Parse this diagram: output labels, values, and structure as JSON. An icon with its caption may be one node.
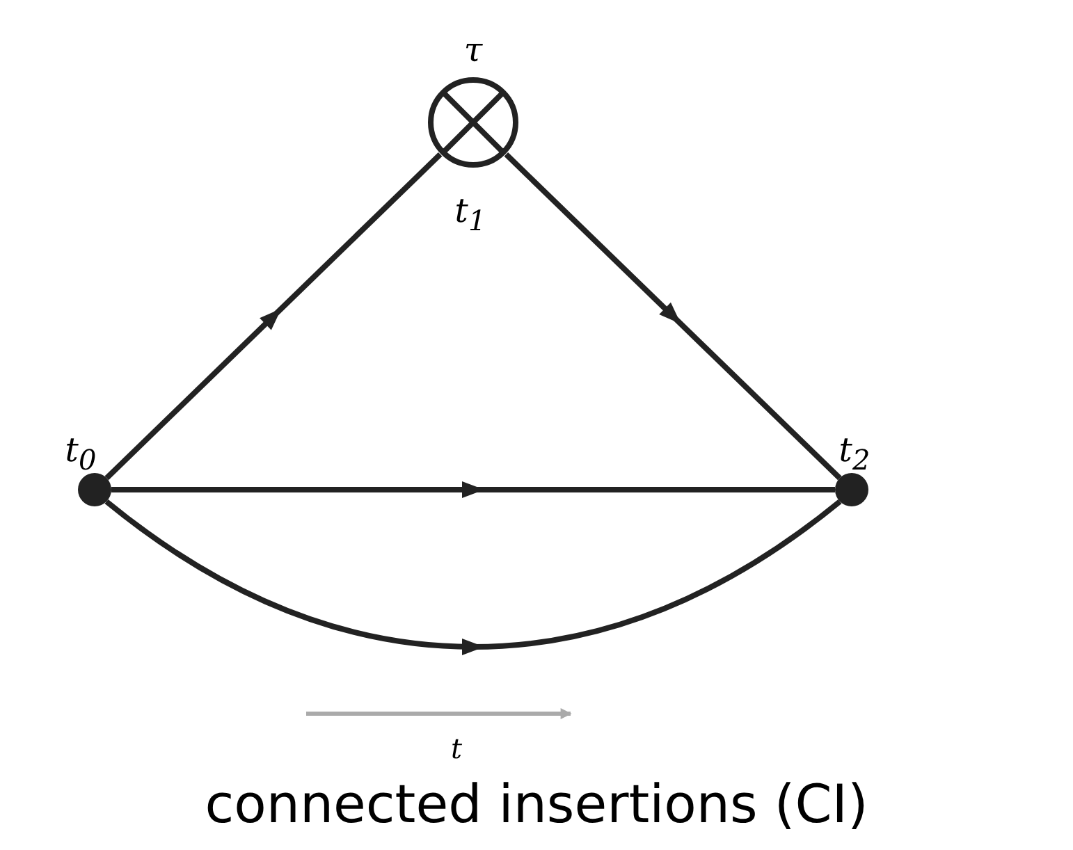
{
  "diagram": {
    "caption": "connected insertions (CI)",
    "nodes": [
      {
        "text": [],
        "shape": "circle",
        "beside": [
          "t$_{0}$"
        ]
      },
      {
        "text": [],
        "shape": "circle",
        "beside": [
          "τ",
          "t$_{1}$"
        ]
      },
      {
        "text": [],
        "shape": "circle",
        "beside": [
          "t$_{2}$"
        ]
      }
    ],
    "edges": [
      {
        "from": 0,
        "to": 1,
        "arrow": "to"
      },
      {
        "from": 1,
        "to": 2,
        "arrow": "to"
      },
      {
        "from": 0,
        "to": 2,
        "arrow": "to"
      },
      {
        "from": 0,
        "to": 2,
        "arrow": "to"
      }
    ],
    "labels": [
      "t"
    ]
  }
}
